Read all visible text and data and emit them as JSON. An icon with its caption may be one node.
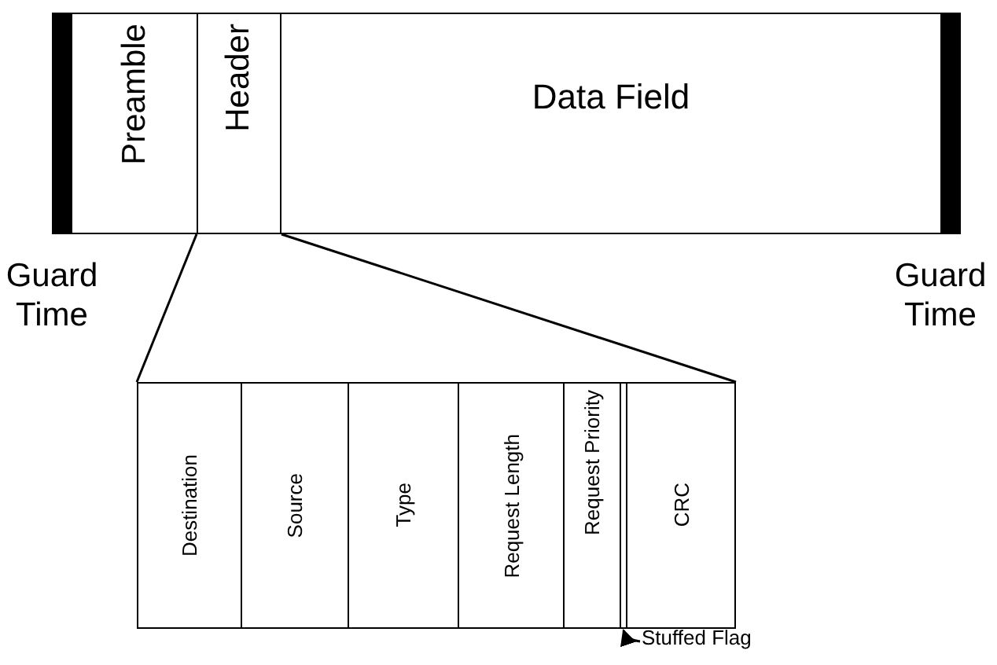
{
  "diagram": {
    "nodes": [
      {
        "text": [],
        "shape": "bar"
      },
      {
        "text": [
          "Preamble"
        ]
      },
      {
        "text": [
          "Header"
        ]
      },
      {
        "text": [
          "Data Field"
        ]
      },
      {
        "text": [],
        "shape": "bar"
      },
      {
        "text": [
          "Destination"
        ]
      },
      {
        "text": [
          "Source"
        ]
      },
      {
        "text": [
          "Type"
        ]
      },
      {
        "text": [
          "Request Length"
        ]
      },
      {
        "text": [
          "Request Priority"
        ]
      },
      {
        "text": [],
        "shape": "bar"
      },
      {
        "text": [
          "CRC"
        ]
      },
      {
        "text": [
          "Stuffed Flag"
        ]
      }
    ],
    "edges": [
      {
        "from": 2,
        "to": 5,
        "arrow": "none"
      },
      {
        "from": 2,
        "to": 11,
        "arrow": "none"
      },
      {
        "from": 12,
        "to": 10,
        "arrow": "to"
      }
    ],
    "labels": [
      "Guard Time",
      "Guard Time"
    ]
  }
}
